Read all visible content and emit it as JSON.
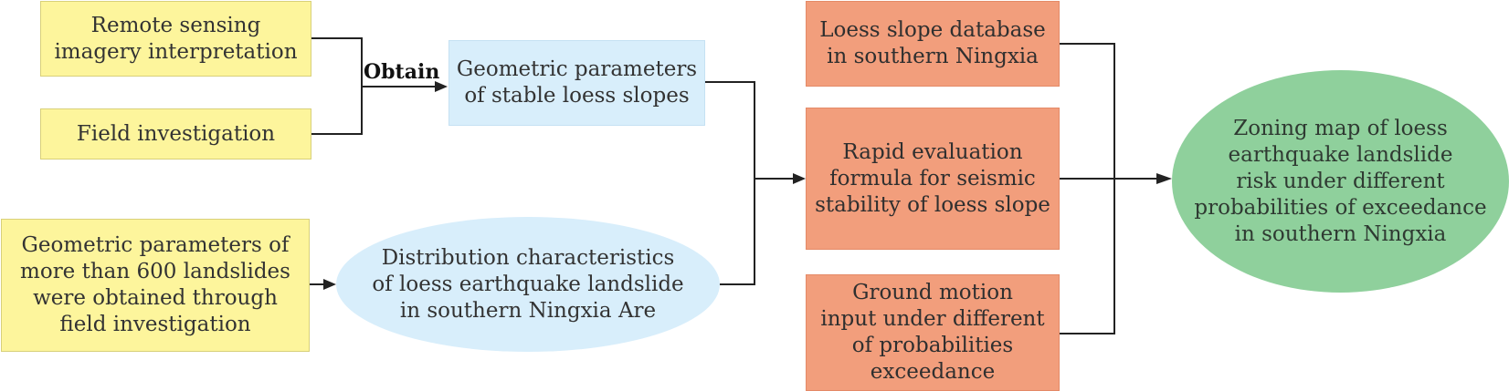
{
  "nodes": {
    "remote_sensing": "Remote sensing\nimagery interpretation",
    "field_investigation": "Field investigation",
    "geometric_parameters_600": "Geometric parameters of\nmore than 600 landslides\nwere obtained through\nfield investigation",
    "stable_slope_parameters": "Geometric parameters\nof stable loess slopes",
    "distribution_characteristics": "Distribution characteristics\nof loess earthquake landslide\nin southern Ningxia Are",
    "loess_database": "Loess slope database\nin southern Ningxia",
    "rapid_evaluation": "Rapid evaluation\nformula for seismic\nstability of loess slope",
    "ground_motion": "Ground motion\ninput under different\nof probabilities\nexceedance",
    "zoning_map": "Zoning map of loess\nearthquake landslide\nrisk under different\nprobabilities of exceedance\nin southern Ningxia"
  },
  "edge_labels": {
    "obtain": "Obtain"
  },
  "colors": {
    "yellow_box": "#fdf59c",
    "blue_box": "#d8eefb",
    "salmon_box": "#f29e7c",
    "green_ellipse": "#8fd09c",
    "connector": "#222222"
  }
}
